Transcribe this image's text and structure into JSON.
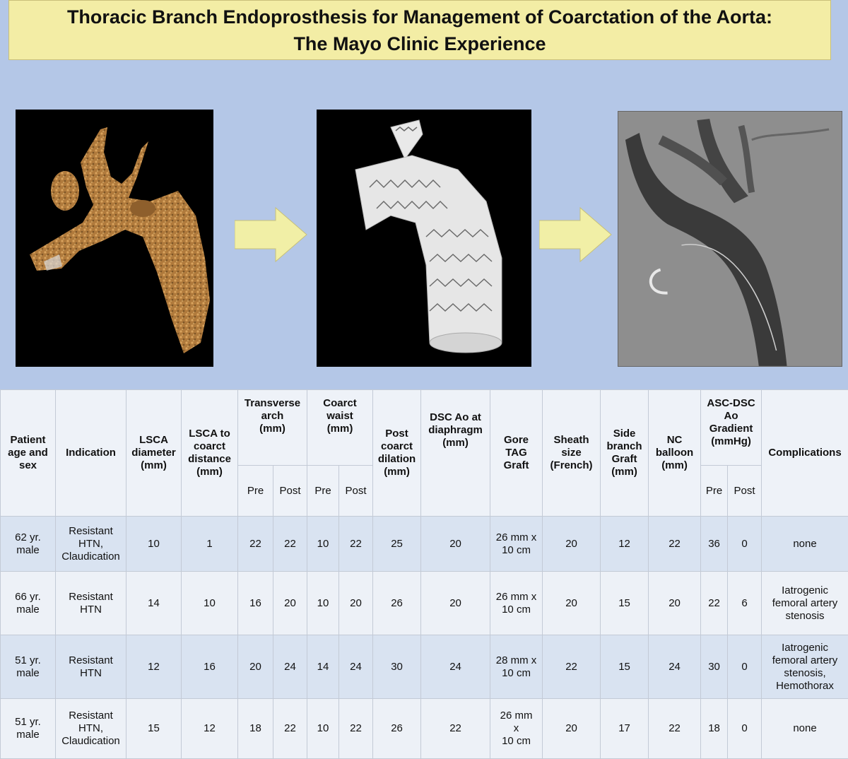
{
  "title": {
    "line1": "Thoracic Branch Endoprosthesis for Management of Coarctation of the Aorta:",
    "line2": "The Mayo Clinic Experience"
  },
  "colors": {
    "background": "#b4c7e7",
    "title_fill": "#f3eda5",
    "arrow_fill": "#f1efa6",
    "row_shade": "#d9e3f1",
    "row_light": "#edf1f7"
  },
  "images": [
    {
      "icon": "aorta-3d-reconstruction-image"
    },
    {
      "icon": "stent-graft-device-image"
    },
    {
      "icon": "angiogram-image"
    }
  ],
  "table": {
    "headers": {
      "patient": "Patient\nage and\nsex",
      "indication": "Indication",
      "lsca_diameter": "LSCA\ndiameter\n(mm)",
      "lsca_distance": "LSCA to\ncoarct\ndistance\n(mm)",
      "transverse_arch": "Transverse\narch\n(mm)",
      "coarct_waist": "Coarct\nwaist\n(mm)",
      "post_coarct": "Post\ncoarct\ndilation\n(mm)",
      "dsc_ao": "DSC Ao at\ndiaphragm\n(mm)",
      "gore_tag": "Gore\nTAG\nGraft",
      "sheath": "Sheath\nsize\n(French)",
      "side_branch": "Side\nbranch\nGraft\n(mm)",
      "nc_balloon": "NC\nballoon\n(mm)",
      "gradient": "ASC-DSC\nAo\nGradient\n(mmHg)",
      "complications": "Complications",
      "pre": "Pre",
      "post": "Post"
    },
    "rows": [
      {
        "patient": "62 yr.\nmale",
        "indication": "Resistant\nHTN,\nClaudication",
        "lsca_diameter": "10",
        "lsca_distance": "1",
        "arch_pre": "22",
        "arch_post": "22",
        "waist_pre": "10",
        "waist_post": "22",
        "post_coarct": "25",
        "dsc_ao": "20",
        "gore_tag": "26 mm x\n10 cm",
        "sheath": "20",
        "side_branch": "12",
        "nc_balloon": "22",
        "grad_pre": "36",
        "grad_post": "0",
        "complications": "none"
      },
      {
        "patient": "66 yr.\nmale",
        "indication": "Resistant\nHTN",
        "lsca_diameter": "14",
        "lsca_distance": "10",
        "arch_pre": "16",
        "arch_post": "20",
        "waist_pre": "10",
        "waist_post": "20",
        "post_coarct": "26",
        "dsc_ao": "20",
        "gore_tag": "26 mm x\n10 cm",
        "sheath": "20",
        "side_branch": "15",
        "nc_balloon": "20",
        "grad_pre": "22",
        "grad_post": "6",
        "complications": "Iatrogenic\nfemoral artery\nstenosis"
      },
      {
        "patient": "51 yr.\nmale",
        "indication": "Resistant\nHTN",
        "lsca_diameter": "12",
        "lsca_distance": "16",
        "arch_pre": "20",
        "arch_post": "24",
        "waist_pre": "14",
        "waist_post": "24",
        "post_coarct": "30",
        "dsc_ao": "24",
        "gore_tag": "28 mm x\n10 cm",
        "sheath": "22",
        "side_branch": "15",
        "nc_balloon": "24",
        "grad_pre": "30",
        "grad_post": "0",
        "complications": "Iatrogenic\nfemoral artery\nstenosis,\nHemothorax"
      },
      {
        "patient": "51 yr.\nmale",
        "indication": "Resistant\nHTN,\nClaudication",
        "lsca_diameter": "15",
        "lsca_distance": "12",
        "arch_pre": "18",
        "arch_post": "22",
        "waist_pre": "10",
        "waist_post": "22",
        "post_coarct": "26",
        "dsc_ao": "22",
        "gore_tag": "26 mm\nx\n10 cm",
        "sheath": "20",
        "side_branch": "17",
        "nc_balloon": "22",
        "grad_pre": "18",
        "grad_post": "0",
        "complications": "none"
      }
    ]
  }
}
